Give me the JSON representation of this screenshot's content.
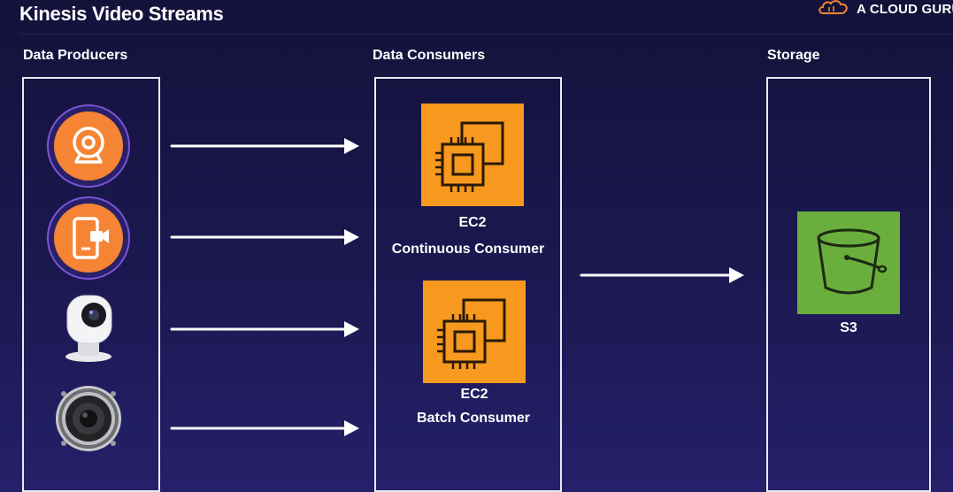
{
  "header": {
    "title": "Kinesis Video Streams",
    "brand": "A CLOUD GURU"
  },
  "sections": {
    "producers": "Data Producers",
    "consumers": "Data Consumers",
    "storage": "Storage"
  },
  "producers": [
    {
      "icon": "webcam-icon"
    },
    {
      "icon": "mobile-video-icon"
    },
    {
      "icon": "security-camera-icon"
    },
    {
      "icon": "speaker-icon"
    }
  ],
  "consumers": [
    {
      "service": "EC2",
      "role": "Continuous Consumer",
      "icon": "ec2-icon"
    },
    {
      "service": "EC2",
      "role": "Batch Consumer",
      "icon": "ec2-icon"
    }
  ],
  "storage": {
    "service": "S3",
    "icon": "s3-bucket-icon"
  },
  "colors": {
    "background": "#1b1850",
    "producer_orange": "#f58534",
    "ec2_orange": "#f7981f",
    "s3_green": "#6aae3e",
    "ring_purple": "#7a55d6"
  }
}
